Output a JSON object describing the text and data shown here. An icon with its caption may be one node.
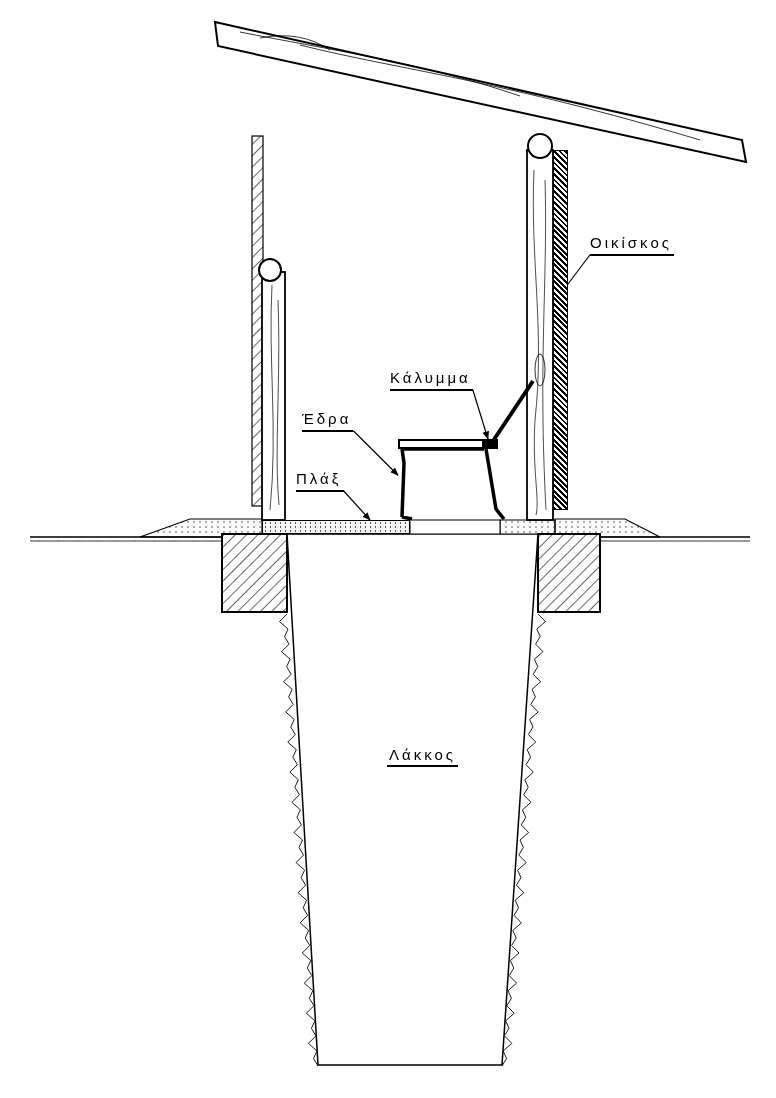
{
  "diagram": {
    "nodes": [
      {
        "text": [
          "Οικίσκος"
        ]
      },
      {
        "text": [
          "Κάλυμμα"
        ]
      },
      {
        "text": [
          "Έδρα"
        ]
      },
      {
        "text": [
          "Πλάξ"
        ]
      },
      {
        "text": [
          "Λάκκος"
        ]
      },
      {
        "text": [],
        "shape": "bar"
      },
      {
        "text": [],
        "shape": "bar"
      },
      {
        "text": [],
        "shape": "box"
      },
      {
        "text": [],
        "shape": "bar"
      }
    ],
    "edges": [
      {
        "from": 0,
        "to": 5,
        "arrow": "to"
      },
      {
        "from": 1,
        "to": 6,
        "arrow": "to"
      },
      {
        "from": 2,
        "to": 7,
        "arrow": "to"
      },
      {
        "from": 3,
        "to": 8,
        "arrow": "to"
      }
    ]
  }
}
